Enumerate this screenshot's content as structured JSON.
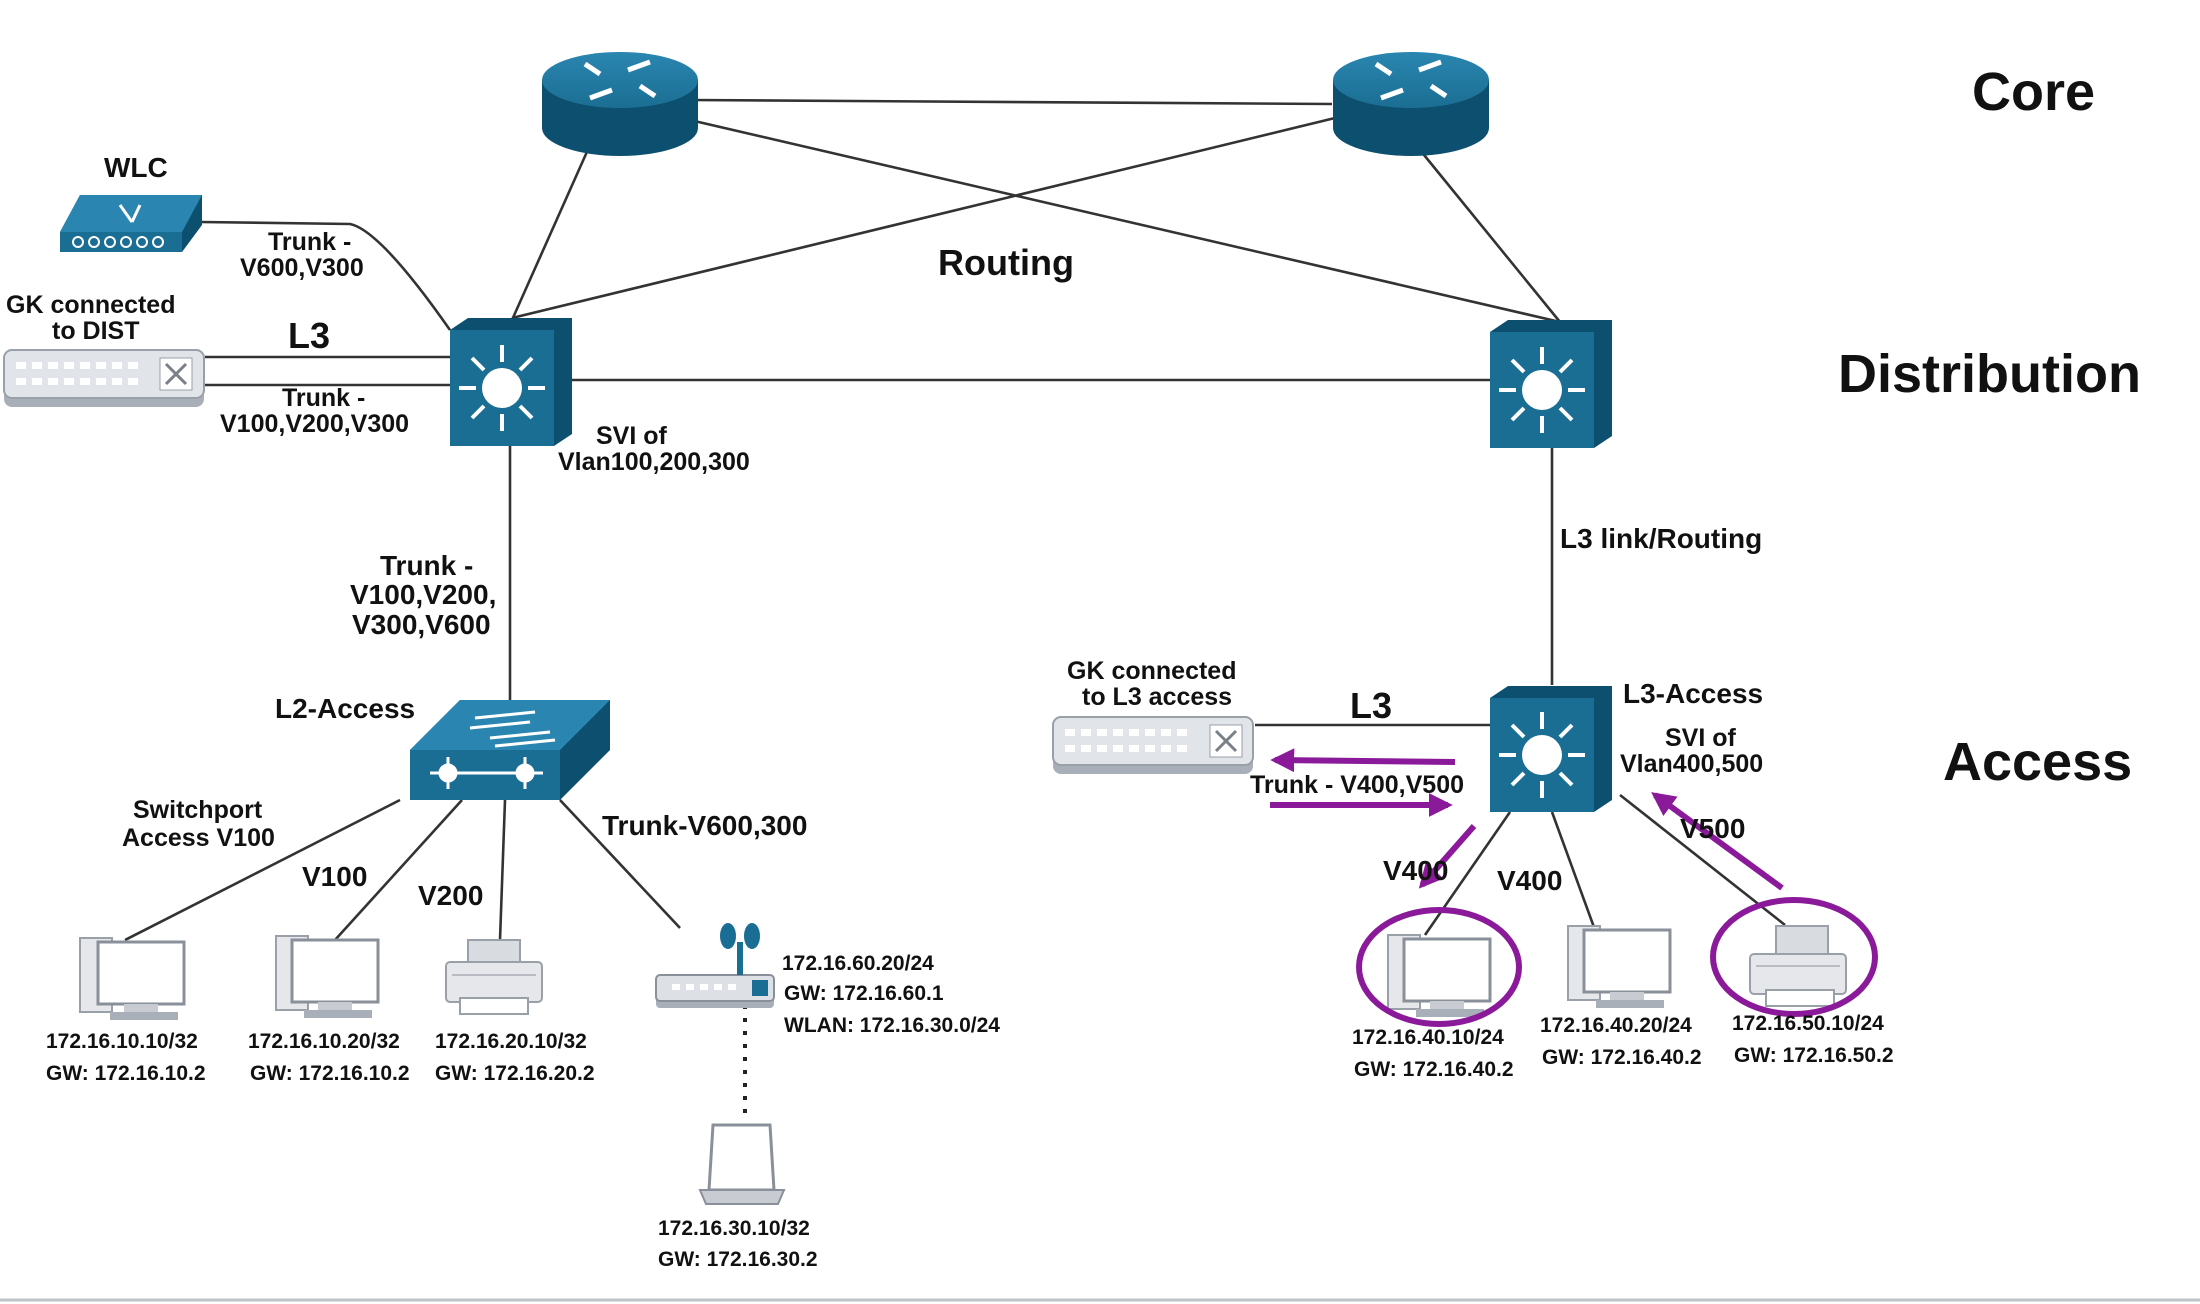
{
  "layers": {
    "core": "Core",
    "distribution": "Distribution",
    "access": "Access"
  },
  "links": {
    "routing": "Routing",
    "wlc_trunk_1": "Trunk -",
    "wlc_trunk_2": "V600,V300",
    "dist_l3": "L3",
    "dist_trunk_1": "Trunk -",
    "dist_trunk_2": "V100,V200,V300",
    "dist_down_trunk_1": "Trunk -",
    "dist_down_trunk_2": "V100,V200,",
    "dist_down_trunk_3": "V300,V600",
    "l3_link_routing": "L3 link/Routing",
    "l3access_l3": "L3",
    "l3access_trunk": "Trunk - V400,V500",
    "v400_a": "V400",
    "v400_b": "V400",
    "v500": "V500",
    "v100": "V100",
    "v200": "V200",
    "trunk_ap": "Trunk-V600,300",
    "switchport_1": "Switchport",
    "switchport_2": "Access V100"
  },
  "devices": {
    "wlc": "WLC",
    "gk_dist_1": "GK connected",
    "gk_dist_2": "to DIST",
    "svi_dist_1": "SVI of",
    "svi_dist_2": "Vlan100,200,300",
    "l2_access": "L2-Access",
    "gk_l3_1": "GK connected",
    "gk_l3_2": "to L3 access",
    "l3_access": "L3-Access",
    "svi_l3_1": "SVI of",
    "svi_l3_2": "Vlan400,500"
  },
  "hosts": [
    {
      "ip": "172.16.10.10/32",
      "gw": "GW: 172.16.10.2"
    },
    {
      "ip": "172.16.10.20/32",
      "gw": "GW: 172.16.10.2"
    },
    {
      "ip": "172.16.20.10/32",
      "gw": "GW: 172.16.20.2"
    },
    {
      "ip": "172.16.40.10/24",
      "gw": "GW: 172.16.40.2"
    },
    {
      "ip": "172.16.40.20/24",
      "gw": "GW: 172.16.40.2"
    },
    {
      "ip": "172.16.50.10/24",
      "gw": "GW: 172.16.50.2"
    },
    {
      "ip": "172.16.30.10/32",
      "gw": "GW: 172.16.30.2"
    }
  ],
  "ap": {
    "ip": "172.16.60.20/24",
    "gw": "GW: 172.16.60.1",
    "wlan": "WLAN: 172.16.30.0/24"
  },
  "colors": {
    "device_blue": "#1b6e93",
    "device_dark": "#0d4f6e",
    "highlight_purple": "#8b1a9a"
  }
}
